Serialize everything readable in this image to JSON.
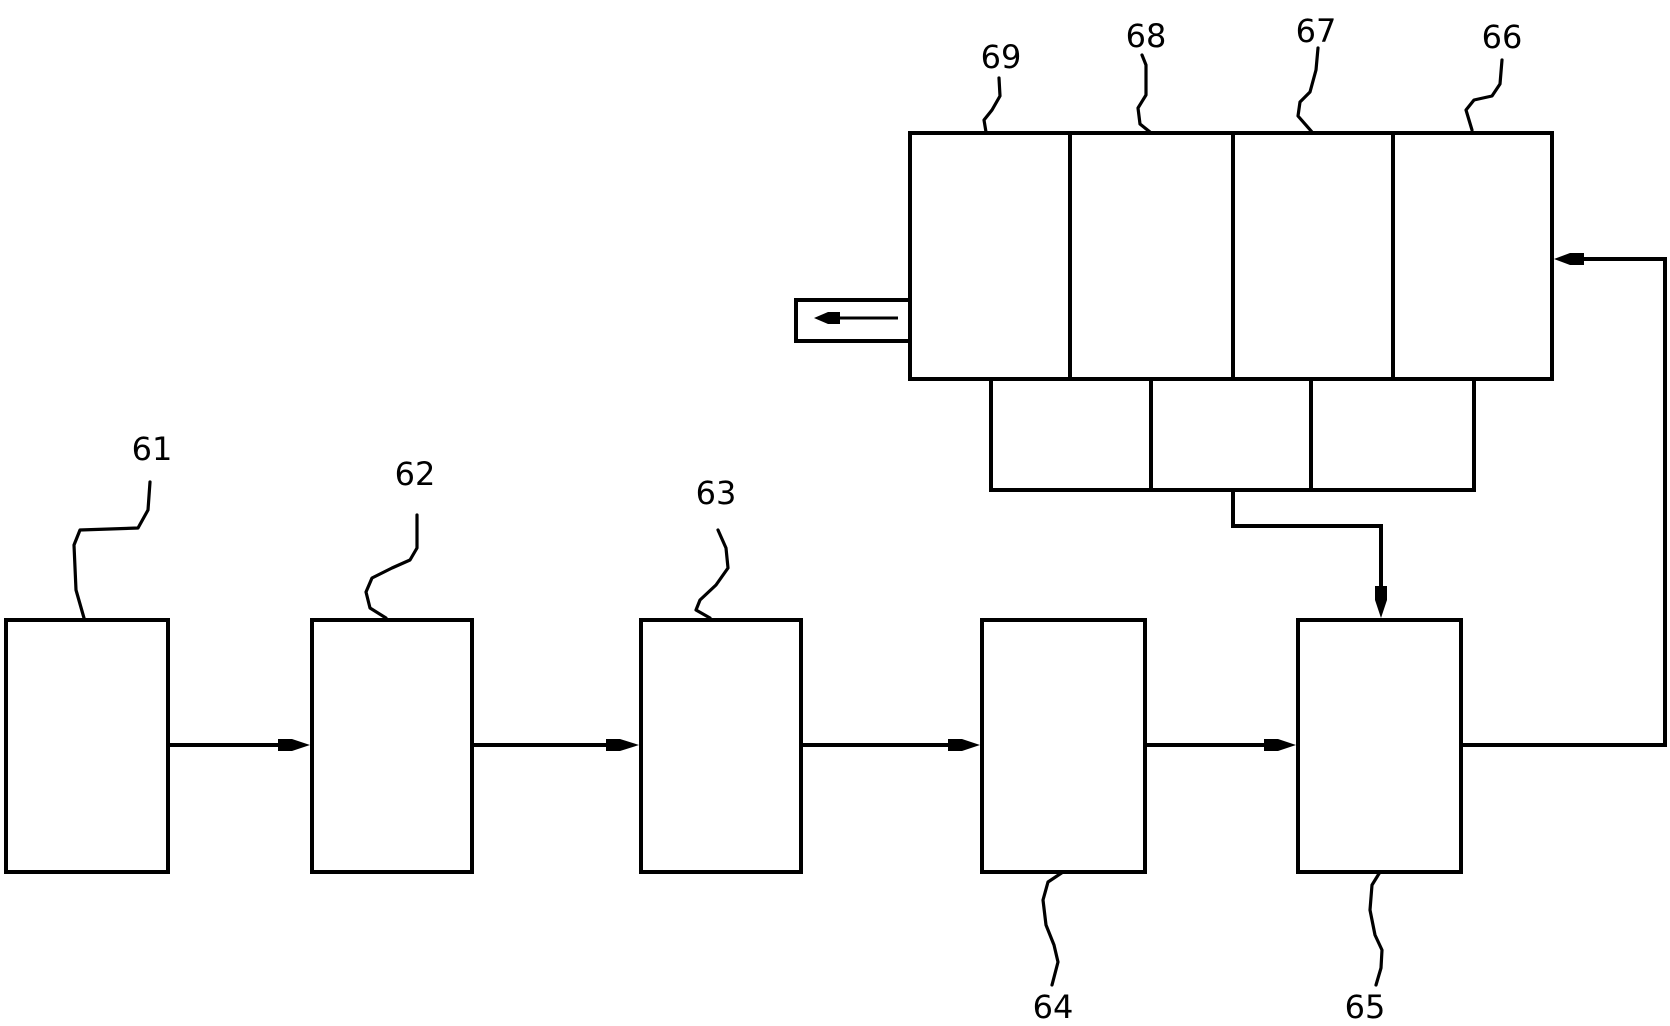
{
  "diagram": {
    "title": "",
    "labels": {
      "l61": "61",
      "l62": "62",
      "l63": "63",
      "l64": "64",
      "l65": "65",
      "l66": "66",
      "l67": "67",
      "l68": "68",
      "l69": "69"
    },
    "components": [
      {
        "id": "61",
        "kind": "block"
      },
      {
        "id": "62",
        "kind": "block"
      },
      {
        "id": "63",
        "kind": "block"
      },
      {
        "id": "64",
        "kind": "block"
      },
      {
        "id": "65",
        "kind": "block"
      },
      {
        "id": "66",
        "kind": "chamber"
      },
      {
        "id": "67",
        "kind": "chamber"
      },
      {
        "id": "68",
        "kind": "chamber"
      },
      {
        "id": "69",
        "kind": "chamber"
      }
    ],
    "flows": [
      {
        "from": "61",
        "to": "62"
      },
      {
        "from": "62",
        "to": "63"
      },
      {
        "from": "63",
        "to": "64"
      },
      {
        "from": "64",
        "to": "65"
      },
      {
        "from": "65",
        "to": "66"
      },
      {
        "from": "collector",
        "to": "65"
      },
      {
        "from": "69",
        "to": "outlet"
      }
    ],
    "line_color": "#000000",
    "background": "#ffffff"
  }
}
